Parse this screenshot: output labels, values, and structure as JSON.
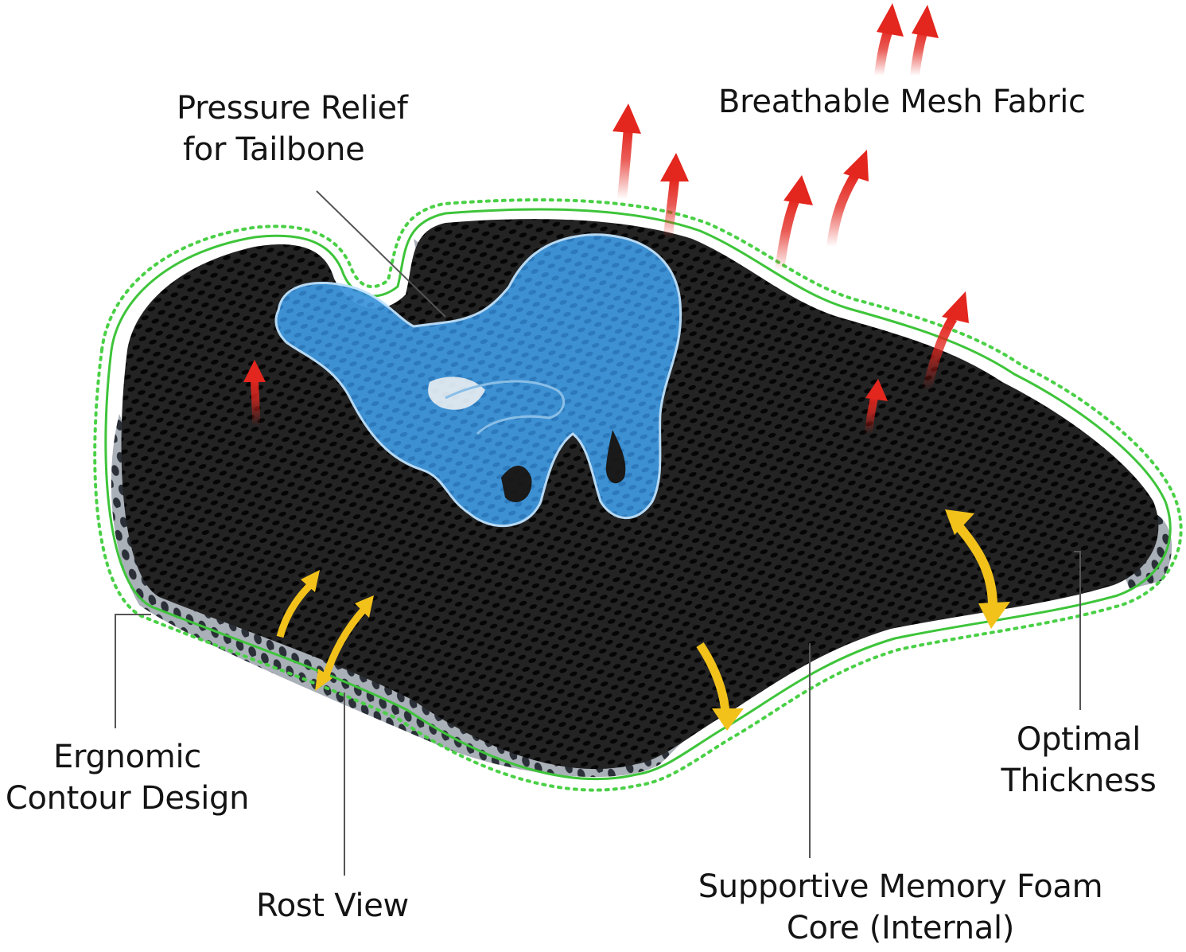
{
  "figure": {
    "subject": "Coccyx seat cushion feature callout diagram",
    "colors": {
      "background": "#ffffff",
      "mesh_top": "#1c1c1c",
      "mesh_side": "#a9adb5",
      "outline_green": "#3ec43a",
      "pelvis_blue": "#3f97dd",
      "pelvis_edge": "#bfe3ff",
      "heat_arrow_red": "#e3261e",
      "flex_arrow_yellow": "#f2c21b",
      "leader_line": "#555555"
    }
  },
  "labels": {
    "pressure_relief": {
      "line1": "Pressure Relief",
      "line2": "for Tailbone"
    },
    "breathable_mesh": {
      "line1": "Breathable Mesh Fabric"
    },
    "ergonomic": {
      "line1": "Ergnomic",
      "line2": "Contour Design"
    },
    "rost_view": {
      "line1": "Rost View"
    },
    "memory_foam": {
      "line1": "Supportive Memory Foam",
      "line2": "Core (Internal)"
    },
    "optimal_thickness": {
      "line1": "Optimal",
      "line2": "Thickness"
    }
  },
  "icons": {
    "heat_arrows": "red-upward-airflow-arrow",
    "flex_arrows": "yellow-curved-double-arrow",
    "pelvis": "pelvis-bone-overlay"
  }
}
